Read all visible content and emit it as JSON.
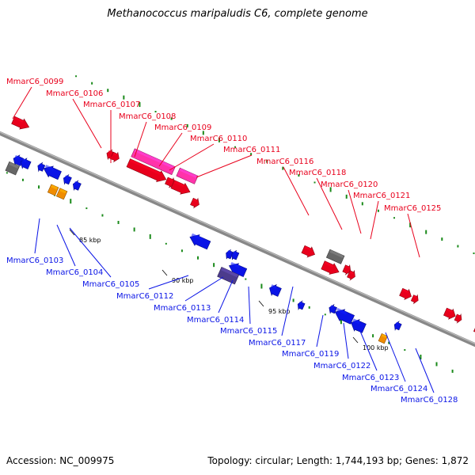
{
  "title": "Methanococcus maripaludis C6, complete genome",
  "footer": {
    "accession": "Accession: NC_009975",
    "summary": "Topology: circular; Length: 1,744,193 bp; Genes: 1,872"
  },
  "colors": {
    "forward": "#e8001c",
    "reverse": "#0a14e6",
    "rna": "#f08c00",
    "pseudo": "#ff33aa",
    "other": "#666666",
    "dark": "#4c3c8c",
    "backbone": "#888888",
    "gc": "#1a8a1a"
  },
  "scale_ticks": [
    "85 kbp",
    "90 kbp",
    "95 kbp",
    "100 kbp"
  ],
  "top_labels": [
    "MmarC6_0099",
    "MmarC6_0106",
    "MmarC6_0107",
    "MmarC6_0108",
    "MmarC6_0109",
    "MmarC6_0110",
    "MmarC6_0111",
    "MmarC6_0116",
    "MmarC6_0118",
    "MmarC6_0120",
    "MmarC6_0121",
    "MmarC6_0125"
  ],
  "bottom_labels": [
    "MmarC6_0103",
    "MmarC6_0104",
    "MmarC6_0105",
    "MmarC6_0112",
    "MmarC6_0113",
    "MmarC6_0114",
    "MmarC6_0115",
    "MmarC6_0117",
    "MmarC6_0119",
    "MmarC6_0122",
    "MmarC6_0123",
    "MmarC6_0124",
    "MmarC6_0128"
  ]
}
